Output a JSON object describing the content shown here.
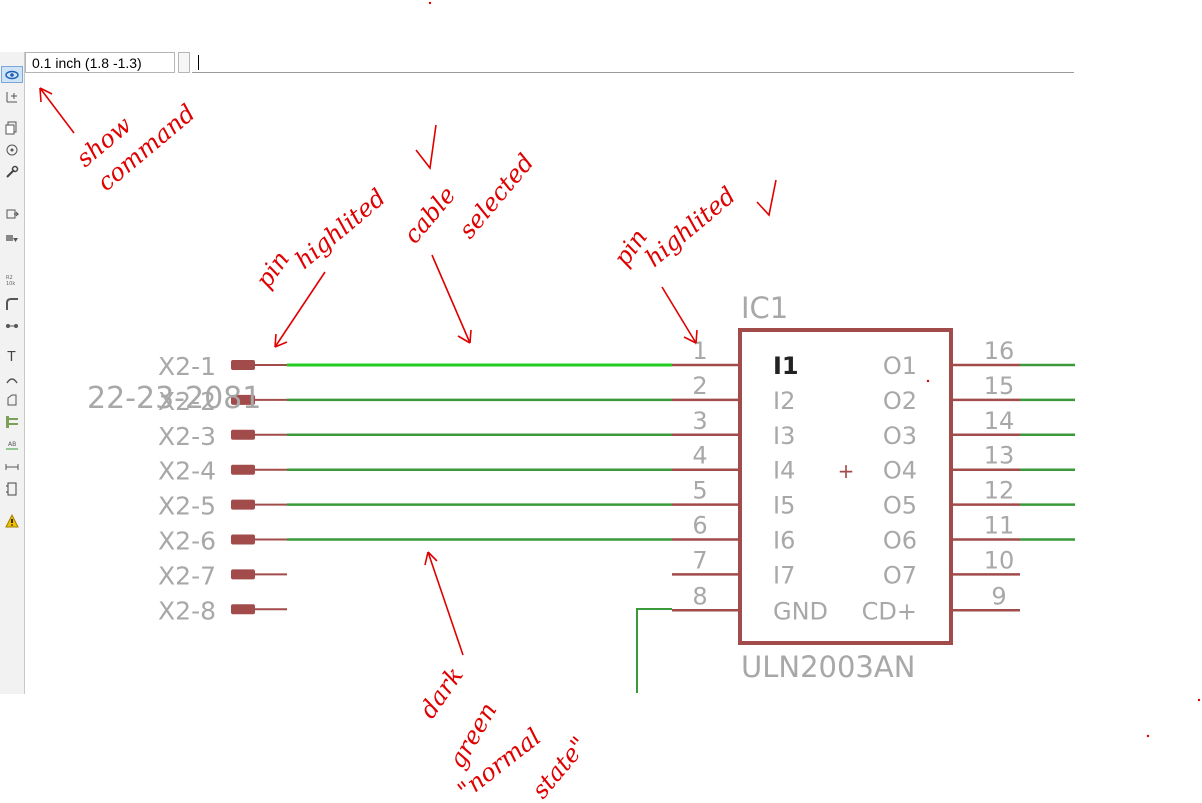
{
  "coordinate_display": "0.1 inch (1.8 -1.3)",
  "command_input": {
    "value": "",
    "placeholder": ""
  },
  "toolbar_icons": [
    "show-eye-icon",
    "info-icon",
    "copy-icon",
    "rotate-icon",
    "wrench-icon",
    "move-icon",
    "group-icon",
    "name-icon",
    "miter-icon",
    "split-icon",
    "text-icon",
    "arc-icon",
    "polygon-icon",
    "bus-icon",
    "label-icon",
    "dimension-icon",
    "frame-icon",
    "warning-icon"
  ],
  "connector": {
    "pins": [
      "X2-1",
      "X2-2",
      "X2-3",
      "X2-4",
      "X2-5",
      "X2-6",
      "X2-7",
      "X2-8"
    ],
    "overlay_text": "22-23-2081"
  },
  "ic": {
    "name": "IC1",
    "value": "ULN2003AN",
    "left_pin_numbers": [
      "1",
      "2",
      "3",
      "4",
      "5",
      "6",
      "7",
      "8"
    ],
    "right_pin_numbers": [
      "16",
      "15",
      "14",
      "13",
      "12",
      "11",
      "10",
      "9"
    ],
    "left_pin_labels": [
      "I1",
      "I2",
      "I3",
      "I4",
      "I5",
      "I6",
      "I7",
      "GND"
    ],
    "right_pin_labels": [
      "O1",
      "O2",
      "O3",
      "O4",
      "O5",
      "O6",
      "O7",
      "CD+"
    ],
    "origin_mark": "+"
  },
  "annotations": {
    "show_command": [
      "show",
      "command"
    ],
    "pin_highlighted_left": [
      "pin",
      "highlited"
    ],
    "check_mark": "✓",
    "cable_selected": [
      "cable",
      "selected"
    ],
    "pin_highlighted_right": [
      "pin",
      "highlited"
    ],
    "dark_green_normal_state": [
      "dark",
      "green",
      "\"normal",
      "state\""
    ]
  },
  "colors": {
    "net_dark_green": "#3a9a3a",
    "net_selected_green": "#22cc22",
    "pin_red": "#a24b4b",
    "text_gray": "#a8a8a8",
    "annotation_red": "#e00000",
    "ic_border": "#a24b4b"
  }
}
